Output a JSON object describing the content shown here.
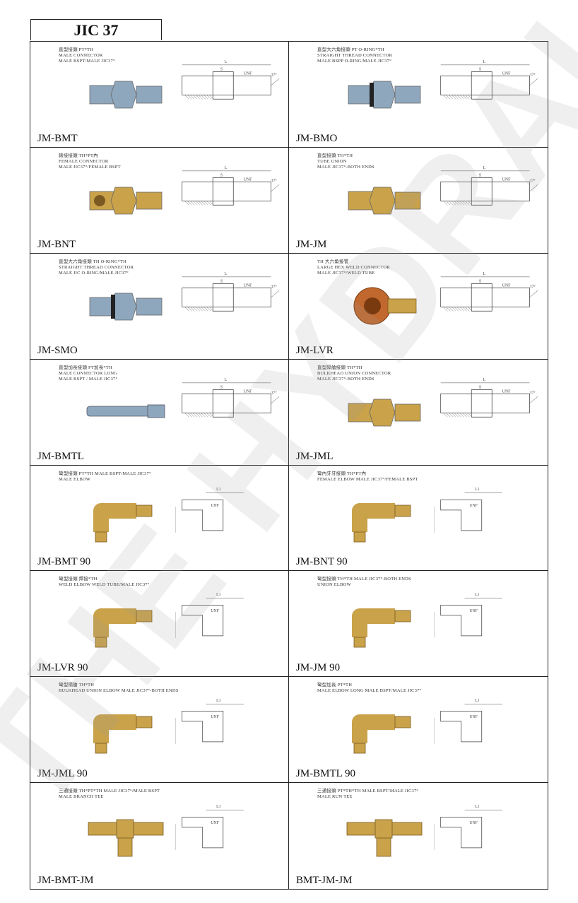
{
  "header": {
    "title": "JIC 37"
  },
  "watermark": {
    "text": "THE HYDRAULIC"
  },
  "products": [
    {
      "code": "JM-BMT",
      "kind": "straight",
      "desc": [
        "直型接頭 PT*TH",
        "MALE CONNECTOR",
        "MALE BSPT/MALE JIC37°"
      ]
    },
    {
      "code": "JM-BMO",
      "kind": "straight-oring",
      "desc": [
        "直型大六角接頭 PT O-RING*TH",
        "STRAIGHT THREAD CONNECTOR",
        "MALE BSPP O-RING/MALE JIC37°"
      ]
    },
    {
      "code": "JM-BNT",
      "kind": "female",
      "desc": [
        "錶接接頭 TH*PT內",
        "FEMALE CONNECTOR",
        "MALE JIC37°/FEMALE BSPT"
      ]
    },
    {
      "code": "JM-JM",
      "kind": "union",
      "desc": [
        "直型接頭 TH*TH",
        "TUBE UNION",
        "MALE JIC37°-BOTH ENDS"
      ]
    },
    {
      "code": "JM-SMO",
      "kind": "straight-oring",
      "desc": [
        "直型大六角接頭 TH O-RING*TH",
        "STRAIGHT THREAD CONNECTOR",
        "MALE JIC O-RING/MALE JIC37°"
      ]
    },
    {
      "code": "JM-LVR",
      "kind": "weld",
      "desc": [
        "TH 大六角接管",
        "LARGE HEX WELD CONNECTOR",
        "MALE JIC37°/WELD TUBE"
      ]
    },
    {
      "code": "JM-BMTL",
      "kind": "long",
      "desc": [
        "直型加長接頭 PT加長*TH",
        "MALE CONNECTOR LONG",
        "MALE BSPT / MALE JIC37°"
      ]
    },
    {
      "code": "JM-JML",
      "kind": "bulkhead",
      "desc": [
        "直型隔艙接頭 TH*TH",
        "BULKHEAD UNION CONNECTOR",
        "MALE JIC37°-BOTH ENDS"
      ]
    },
    {
      "code": "JM-BMT 90",
      "kind": "elbow",
      "desc": [
        "彎型接頭 PT*TH   MALE BSPT/MALE JIC37°",
        "MALE ELBOW"
      ]
    },
    {
      "code": "JM-BNT 90",
      "kind": "elbow-female",
      "desc": [
        "彎內牙牙接頭 TH*PT內",
        "FEMALE ELBOW  MALE JIC37°/FEMALE BSPT"
      ]
    },
    {
      "code": "JM-LVR 90",
      "kind": "elbow",
      "desc": [
        "彎型接頭 焊接*TH",
        "WELD ELBOW   WELD TUBE/MALE JIC37°"
      ]
    },
    {
      "code": "JM-JM 90",
      "kind": "elbow",
      "desc": [
        "彎型接頭 TH*TH   MALE JIC37°-BOTH ENDS",
        "UNION ELBOW"
      ]
    },
    {
      "code": "JM-JML 90",
      "kind": "elbow-bulkhead",
      "desc": [
        "彎型隔艙 TH*TH",
        "BULKHEAD UNION ELBOW   MALE JIC37°-BOTH ENDS"
      ]
    },
    {
      "code": "JM-BMTL 90",
      "kind": "elbow-long",
      "desc": [
        "彎型加長 PT*TH",
        "MALE ELBOW LONG   MALE BSPT/MALE JIC37°"
      ]
    },
    {
      "code": "JM-BMT-JM",
      "kind": "tee",
      "desc": [
        "三通接頭 TH*PT*TH   MALE JIC37°/MALE BSPT",
        "MALE BRANCH TEE"
      ]
    },
    {
      "code": "BMT-JM-JM",
      "kind": "tee",
      "desc": [
        "三通接頭 PT*TH*TH     MALE BSPT/MALE JIC37°",
        "MALE RUN TEE"
      ]
    }
  ],
  "colors": {
    "brass": "#c9a24a",
    "steel": "#8ea7bd",
    "line": "#444444"
  }
}
